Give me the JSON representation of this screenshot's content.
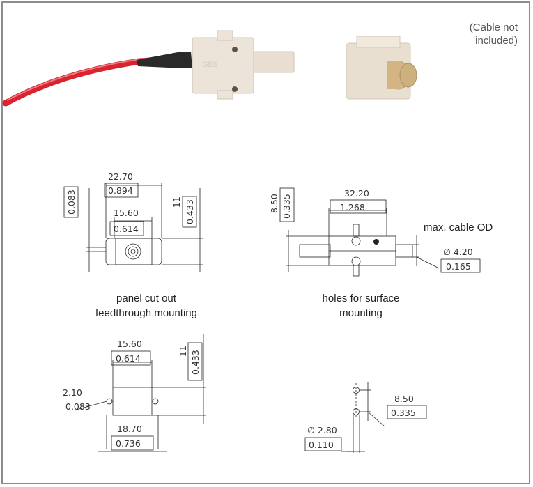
{
  "colors": {
    "frame": "#8c8c8c",
    "cable": "#d8242e",
    "connector_body": "#ece4d8",
    "boot": "#2a2a2a",
    "line": "#222222"
  },
  "note": "(Cable not included)",
  "product_text": "GES",
  "captions": {
    "feedthrough": [
      "panel cut out",
      "feedthrough mounting"
    ],
    "surface": [
      "holes for surface",
      "mounting"
    ],
    "cable_od": "max. cable OD"
  },
  "dims": {
    "front_width_mm": "22.70",
    "front_width_in": "0.894",
    "front_inner_mm": "15.60",
    "front_inner_in": "0.614",
    "front_left_in": "0.083",
    "front_height_mm": "11",
    "front_height_in": "0.433",
    "side_length_mm": "32.20",
    "side_length_in": "1.268",
    "side_height_mm": "8.50",
    "side_height_in": "0.335",
    "cable_dia_mm": "∅ 4.20",
    "cable_dia_in": "0.165",
    "cut_inner_mm": "15.60",
    "cut_inner_in": "0.614",
    "cut_height_mm": "11",
    "cut_height_in": "0.433",
    "cut_hole_mm": "2.10",
    "cut_hole_in": "0.083",
    "cut_outer_mm": "18.70",
    "cut_outer_in": "0.736",
    "hole_spacing_mm": "8.50",
    "hole_spacing_in": "0.335",
    "hole_dia_mm": "∅ 2.80",
    "hole_dia_in": "0.110"
  }
}
